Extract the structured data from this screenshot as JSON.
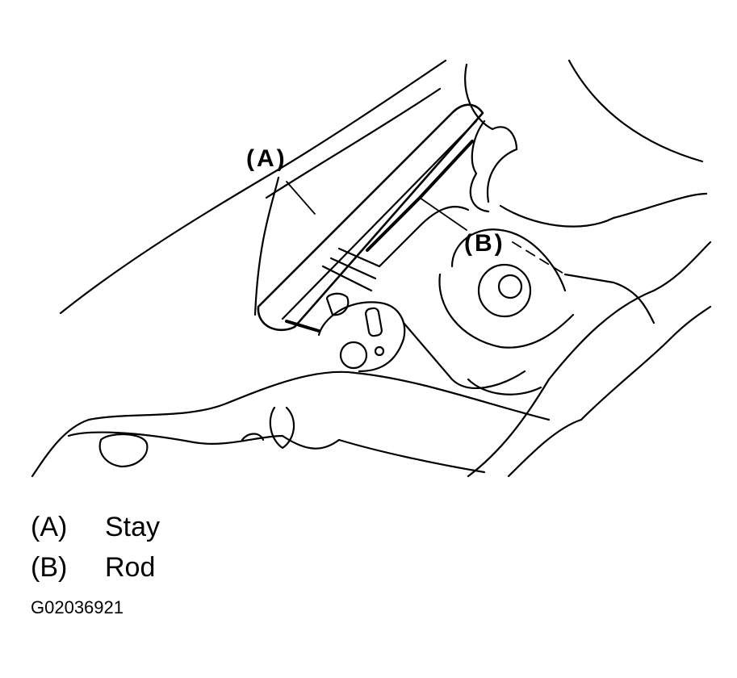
{
  "callouts": [
    {
      "key": "(A)"
    },
    {
      "key": "(B)"
    }
  ],
  "legend": [
    {
      "key": "(A)",
      "label": "Stay"
    },
    {
      "key": "(B)",
      "label": "Rod"
    }
  ],
  "figure_code": "G02036921",
  "colors": {
    "ink": "#000000",
    "paper": "#ffffff"
  }
}
